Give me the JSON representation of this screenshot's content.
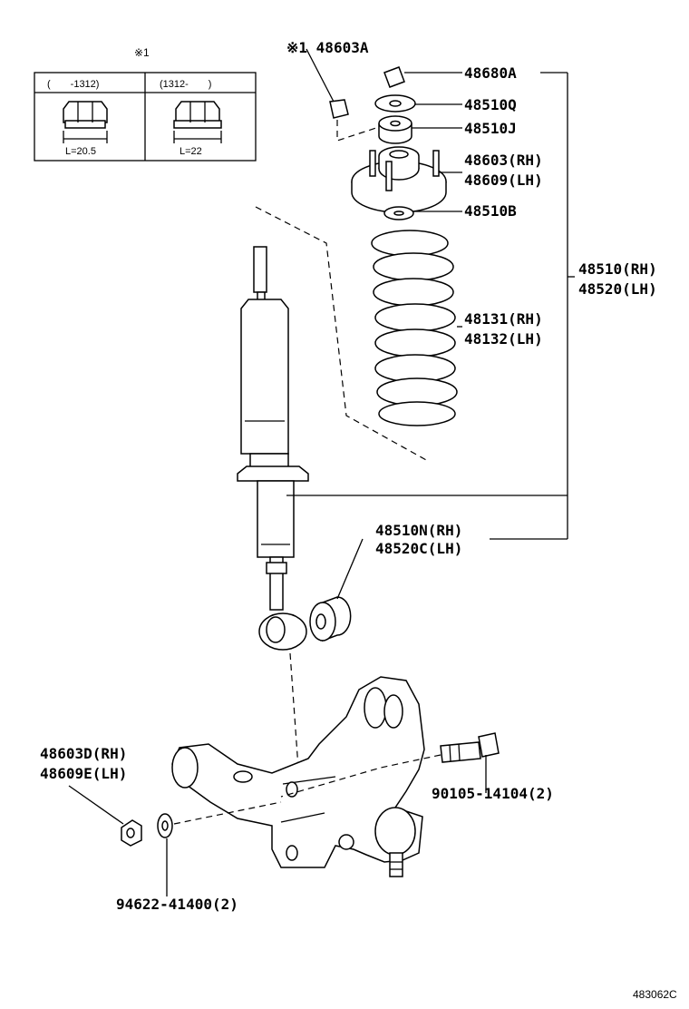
{
  "inset": {
    "note_mark": "※1",
    "col_left": "(　　-1312)",
    "col_right": "(1312-　　)",
    "left_length": "L=20.5",
    "right_length": "L=22"
  },
  "labels": {
    "p48603A": "※1 48603A",
    "p48680A": "48680A",
    "p48510Q": "48510Q",
    "p48510J": "48510J",
    "p48603": "48603(RH)",
    "p48609": "48609(LH)",
    "p48510B": "48510B",
    "p48510": "48510(RH)",
    "p48520": "48520(LH)",
    "p48131": "48131(RH)",
    "p48132": "48132(LH)",
    "p48510N": "48510N(RH)",
    "p48520C": "48520C(LH)",
    "p48603D": "48603D(RH)",
    "p48609E": "48609E(LH)",
    "p90105": "90105-14104(2)",
    "p94622": "94622-41400(2)"
  },
  "figure_code": "483062C"
}
